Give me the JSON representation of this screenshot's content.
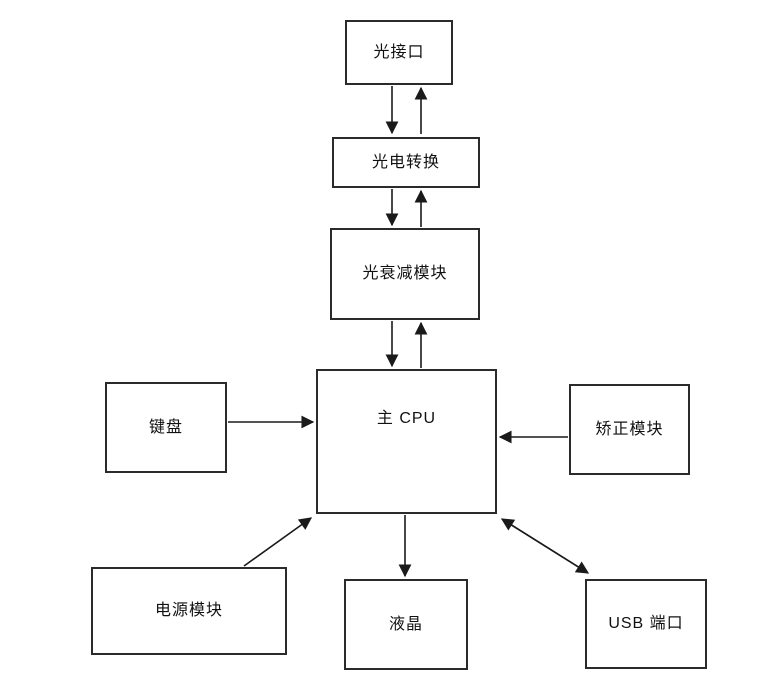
{
  "diagram": {
    "type": "block-diagram",
    "nodes": [
      {
        "id": "optical-interface",
        "label": "光接口"
      },
      {
        "id": "photoelectric-conversion",
        "label": "光电转换"
      },
      {
        "id": "optical-attenuation-module",
        "label": "光衰减模块"
      },
      {
        "id": "main-cpu",
        "label": "主 CPU"
      },
      {
        "id": "keyboard",
        "label": "键盘"
      },
      {
        "id": "correction-module",
        "label": "矫正模块"
      },
      {
        "id": "power-module",
        "label": "电源模块"
      },
      {
        "id": "lcd",
        "label": "液晶"
      },
      {
        "id": "usb-port",
        "label": "USB 端口"
      }
    ],
    "edges": [
      {
        "from": "optical-interface",
        "to": "photoelectric-conversion",
        "direction": "bidirectional"
      },
      {
        "from": "photoelectric-conversion",
        "to": "optical-attenuation-module",
        "direction": "bidirectional"
      },
      {
        "from": "optical-attenuation-module",
        "to": "main-cpu",
        "direction": "bidirectional"
      },
      {
        "from": "keyboard",
        "to": "main-cpu",
        "direction": "one-way"
      },
      {
        "from": "correction-module",
        "to": "main-cpu",
        "direction": "one-way"
      },
      {
        "from": "power-module",
        "to": "main-cpu",
        "direction": "one-way"
      },
      {
        "from": "main-cpu",
        "to": "lcd",
        "direction": "one-way"
      },
      {
        "from": "main-cpu",
        "to": "usb-port",
        "direction": "bidirectional"
      }
    ],
    "colors": {
      "line": "#1a1a1a",
      "box_border": "#2b2b2b",
      "background": "#ffffff",
      "text": "#111111"
    }
  }
}
